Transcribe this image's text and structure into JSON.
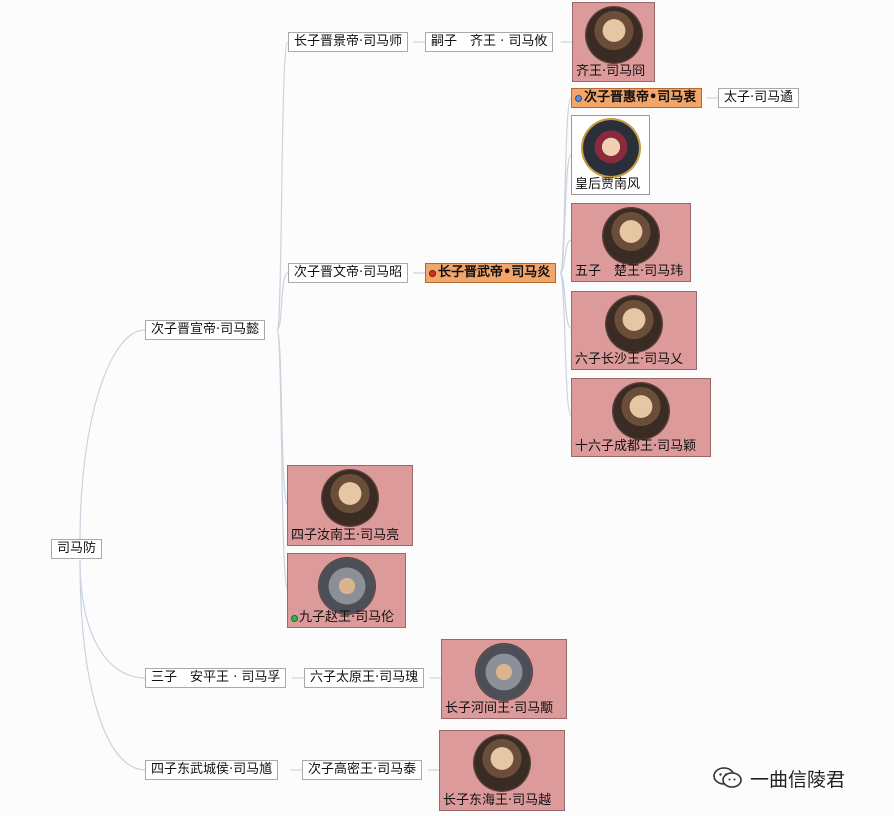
{
  "colors": {
    "card": "#dc9a9a",
    "highlight": "#f3a66a",
    "line": "#c9d3df"
  },
  "nodes": {
    "root": "司马防",
    "yi": "次子晋宣帝·司马懿",
    "fu": "三子　安平王 · 司马孚",
    "kui": "四子东武城侯·司马馗",
    "shi": "长子晋景帝·司马师",
    "zhao": "次子晋文帝·司马昭",
    "you": "嗣子　齐王 · 司马攸",
    "yan": "长子晋武帝•司马炎",
    "zhong": "次子晋惠帝•司马衷",
    "yu": "太子·司马遹",
    "gui": "六子太原王·司马瑰",
    "tai": "次子高密王·司马泰"
  },
  "cards": {
    "jiong": "齐王·司马冏",
    "jia": "皇后贾南风",
    "wei": "五子　楚王·司马玮",
    "yi2": "六子长沙王·司马乂",
    "ying": "十六子成都王·司马颖",
    "liang": "四子汝南王·司马亮",
    "lun": "九子赵王·司马伦",
    "yong": "长子河间王·司马颙",
    "yue": "长子东海王·司马越"
  },
  "watermark": {
    "icon": "wechat-icon",
    "text": "一曲信陵君"
  }
}
